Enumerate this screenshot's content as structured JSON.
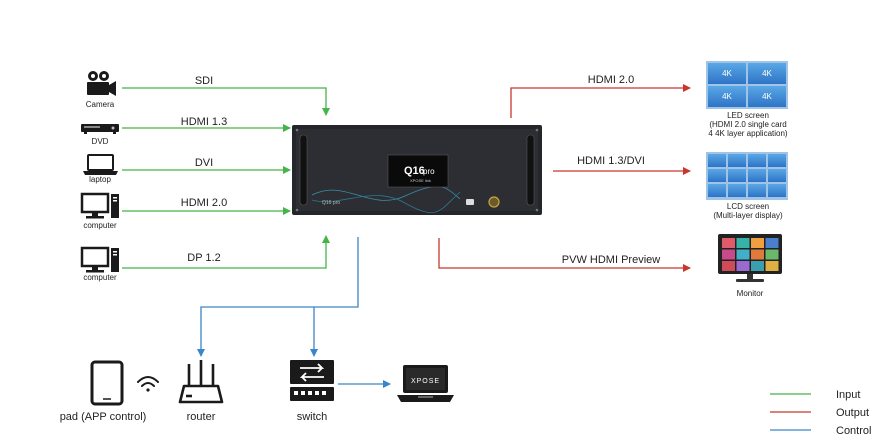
{
  "colors": {
    "input": "#44b548",
    "output": "#c8372d",
    "control": "#3a86c8"
  },
  "sources": [
    {
      "name": "Camera",
      "signal": "SDI",
      "icon": "camera-icon"
    },
    {
      "name": "DVD",
      "signal": "HDMI 1.3",
      "icon": "dvd-icon"
    },
    {
      "name": "laptop",
      "signal": "DVI",
      "icon": "laptop-icon"
    },
    {
      "name": "computer",
      "signal": "HDMI 2.0",
      "icon": "computer-icon"
    },
    {
      "name": "computer",
      "signal": "DP 1.2",
      "icon": "computer-icon"
    }
  ],
  "device": {
    "model": "Q16",
    "model_suffix": "pro",
    "brand": "XPOSE link",
    "front_label": "Q16 pro"
  },
  "outputs": [
    {
      "signal": "HDMI 2.0",
      "target_lines": [
        "LED screen",
        "(HDMI 2.0 single card",
        "4 4K layer application)"
      ],
      "tile_label": "4K"
    },
    {
      "signal": "HDMI 1.3/DVI",
      "target_lines": [
        "LCD screen",
        "(Multi-layer display)"
      ]
    },
    {
      "signal": "PVW HDMI Preview",
      "target_lines": [
        "Monitor"
      ]
    }
  ],
  "control": {
    "pad": "pad (APP control)",
    "router": "router",
    "switch": "switch",
    "laptop_brand": "XPOSE"
  },
  "legend": [
    {
      "label": "Input",
      "color": "#44b548"
    },
    {
      "label": "Output",
      "color": "#c8372d"
    },
    {
      "label": "Control",
      "color": "#3a86c8"
    }
  ]
}
